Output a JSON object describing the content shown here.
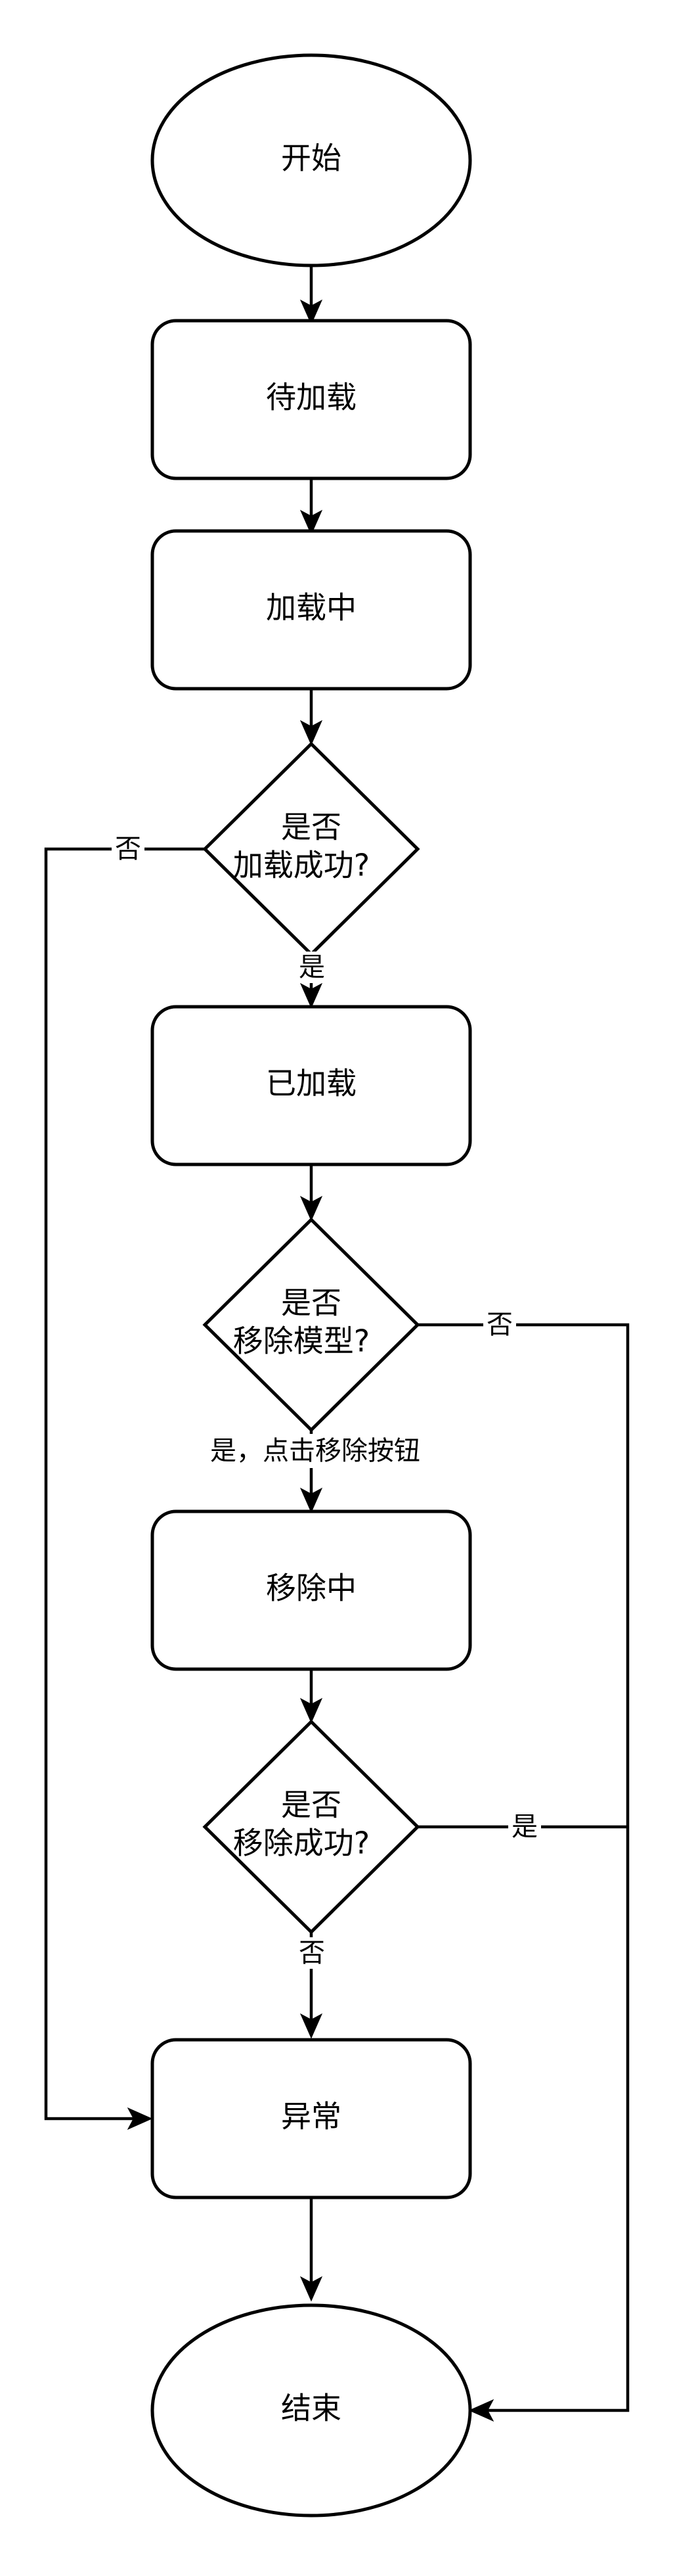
{
  "nodes": {
    "start": "开始",
    "pending_load": "待加载",
    "loading": "加载中",
    "decision_load_line1": "是否",
    "decision_load_line2": "加载成功?",
    "loaded": "已加载",
    "decision_remove_line1": "是否",
    "decision_remove_line2": "移除模型?",
    "removing": "移除中",
    "decision_remove_ok_line1": "是否",
    "decision_remove_ok_line2": "移除成功?",
    "error": "异常",
    "end": "结束"
  },
  "edge_labels": {
    "load_no": "否",
    "load_yes": "是",
    "remove_no": "否",
    "remove_yes_click": "是，点击移除按钮",
    "remove_ok_yes": "是",
    "remove_ok_no": "否"
  },
  "colors": {
    "stroke": "#000000",
    "fill": "#ffffff",
    "text": "#000000"
  }
}
